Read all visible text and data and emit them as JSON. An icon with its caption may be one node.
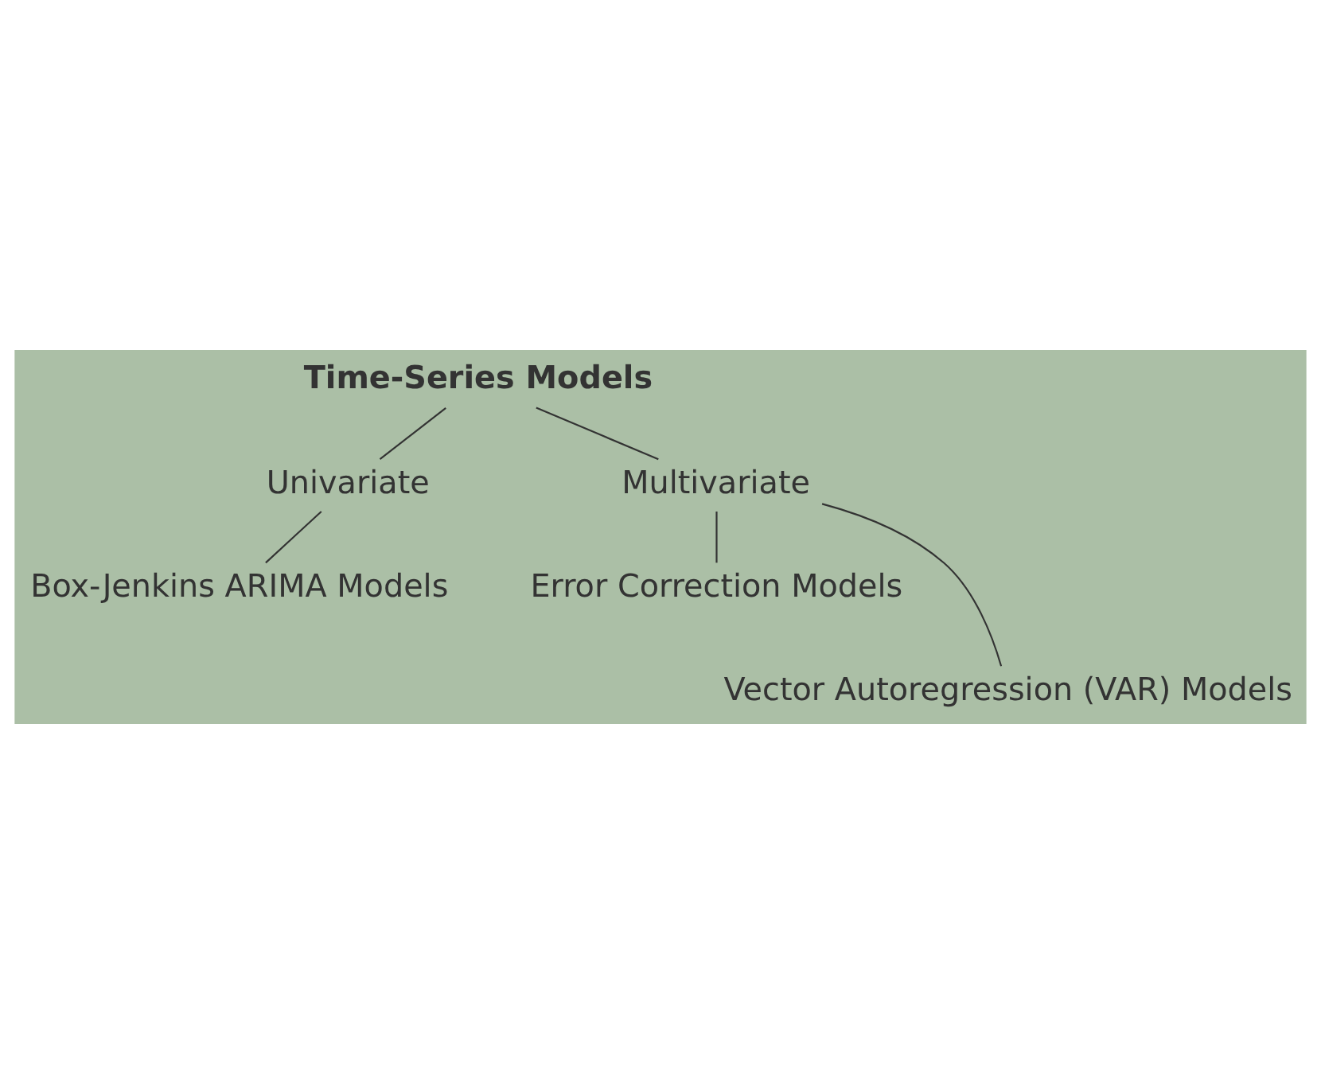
{
  "diagram": {
    "nodes": [
      {
        "text": [
          "Time-Series Models"
        ]
      },
      {
        "text": [
          "Univariate"
        ]
      },
      {
        "text": [
          "Multivariate"
        ]
      },
      {
        "text": [
          "Box-Jenkins ARIMA Models"
        ]
      },
      {
        "text": [
          "Error Correction Models"
        ]
      },
      {
        "text": [
          "Vector Autoregression (VAR) Models"
        ]
      }
    ],
    "edges": [
      {
        "from": 0,
        "to": 1,
        "arrow": "none"
      },
      {
        "from": 0,
        "to": 2,
        "arrow": "none"
      },
      {
        "from": 1,
        "to": 3,
        "arrow": "none"
      },
      {
        "from": 2,
        "to": 5,
        "arrow": "none"
      },
      {
        "from": 2,
        "to": 4,
        "arrow": "none"
      }
    ]
  }
}
